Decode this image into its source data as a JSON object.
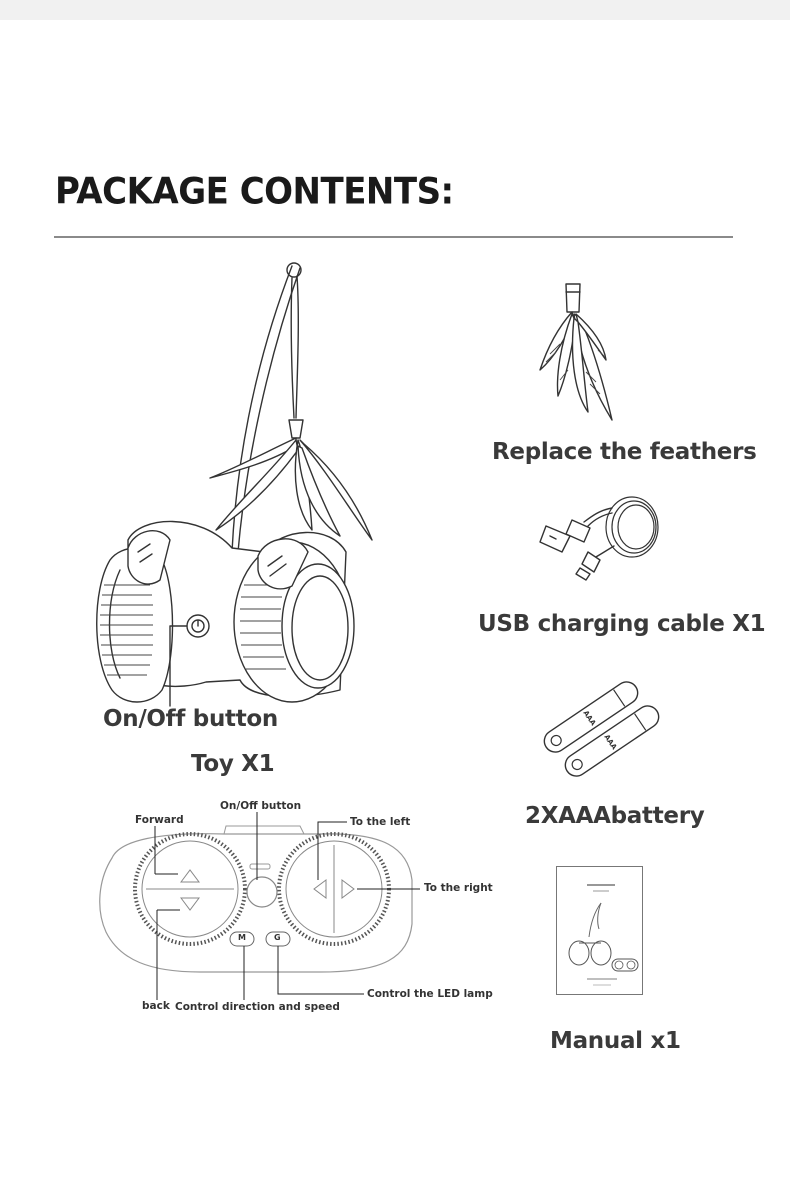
{
  "title": "PACKAGE CONTENTS:",
  "toy": {
    "on_off_label": "On/Off button",
    "name": "Toy X1"
  },
  "remote": {
    "forward": "Forward",
    "on_off": "On/Off button",
    "to_the_left": "To the left",
    "to_the_right": "To the right",
    "back": "back",
    "control_direction": "Control direction and speed",
    "control_led": "Control the LED lamp",
    "button_m": "M",
    "button_g": "G"
  },
  "items": [
    {
      "label": "Replace the feathers",
      "icon": "feather-icon"
    },
    {
      "label": "USB charging cable X1",
      "icon": "usb-cable-icon"
    },
    {
      "label": "2XAAAbattery",
      "icon": "battery-icon"
    },
    {
      "label": "Manual x1",
      "icon": "manual-icon"
    }
  ],
  "battery_marking": "AAA"
}
